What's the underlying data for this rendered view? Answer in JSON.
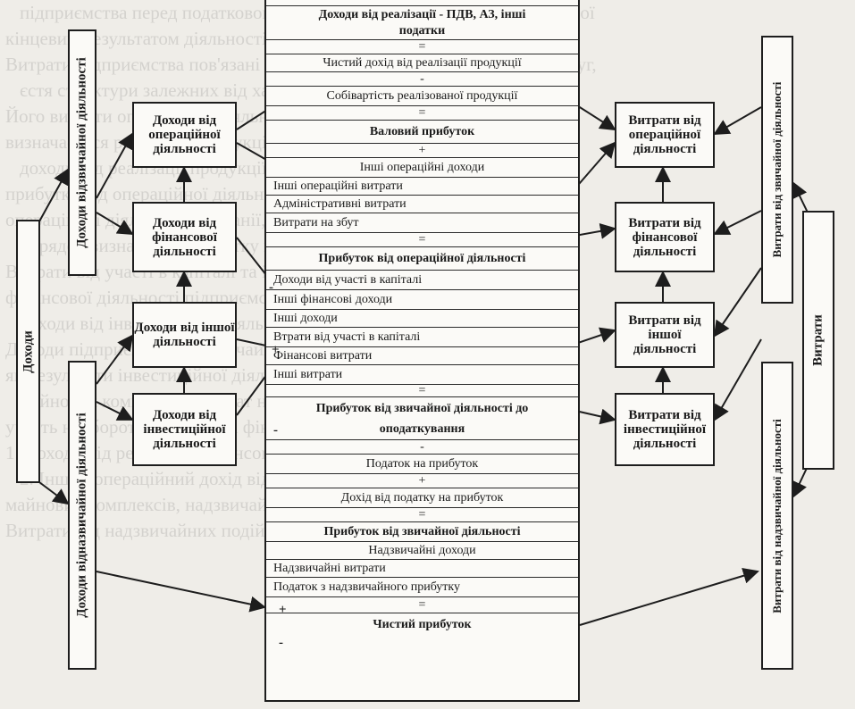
{
  "background_text": [
    "підприємства перед податковою звітністю, основною умовою безпечної",
    "кінцевим результатом діяльності підприємства, а також розрахунку",
    "Витрати підприємства пов'язані з виробництвом продукції, робіт і послуг,",
    "єстя структури залежних від характеру затрат, що обраховуються",
    "Його витрати операційної діяльності та інвестиції при розрахунку",
    "визначається реалізації продукції та прибутку від основної діяльності",
    "доходи від реалізації продукції та основні операції з доходами",
    "прибутку від операційної діяльності підприємства та інших витрат",
    "операційної діяльності компанії, основні операції капіталу",
    "порядок визначення прибутку від участі в капіталі та витрати",
    "Витрати від участі в капіталі та інші фінансові витрати",
    "фінансової діяльності підприємства, а також інвестиційної",
    "доходи від інвестиційної діяльності та фінансові витрати",
    "Доходи підприємства від звичайної діяльності до оподаткування",
    "як результати інвестиційної діяльності підприємства",
    "майнових комплексів, витрат на придбання цілісних об'єктів",
    "участь необоротних активів і фінансових інвестицій, а також",
    "1. Доходи від реалізації фінансових інвестицій",
    "2. Інший операційний дохід від реалізації необоротних активів",
    "майнових комплексів, надзвичайні доходи та витрати",
    "Витрати від надзвичайних подій"
  ],
  "left": {
    "outer_label": "Доходи",
    "ordinary_label": "Доходи відзвичайної діяльності",
    "extraordinary_label": "Доходи відназвичайної діяльності",
    "boxes": [
      "Доходи від операційної діяльності",
      "Доходи від фінансової діяльності",
      "Доходи від іншої діяльності",
      "Доходи від інвестиційної діяльності"
    ]
  },
  "right": {
    "outer_label": "Витрати",
    "ordinary_label": "Витрати від звичайної діяльності",
    "extraordinary_label": "Витрати від надзвичайної діяльності",
    "boxes": [
      "Витрати від операційної діяльності",
      "Витрати від фінансової діяльності",
      "Витрати від іншої діяльності",
      "Витрати від інвестиційної діяльності"
    ]
  },
  "center": {
    "rows": [
      "Доходи від реалізації - ПДВ, АЗ, інші",
      "податки",
      "=",
      "Чистий дохід від реалізації продукції",
      "-",
      "Собівартість реалізованої продукції",
      "=",
      "Валовий прибуток",
      "+",
      "Інші операційні доходи",
      "Інші операційні витрати",
      "Адміністративні витрати",
      "Витрати на збут",
      "=",
      "Прибуток від операційної діяльності",
      "Доходи від участі в капіталі",
      "Інші фінансові доходи",
      "Інші доходи",
      "Втрати від участі в капіталі",
      "Фінансові витрати",
      "Інші витрати",
      "=",
      "Прибуток від звичайної діяльності до",
      "оподаткування",
      "-",
      "Податок на прибуток",
      "+",
      "Дохід від податку на прибуток",
      "=",
      "Прибуток від звичайної діяльності",
      "Надзвичайні доходи",
      "Надзвичайні витрати",
      "Податок з надзвичайного прибутку",
      "=",
      "Чистий прибуток"
    ],
    "side_signs": [
      "-",
      "+",
      "-",
      "+",
      "-"
    ]
  }
}
